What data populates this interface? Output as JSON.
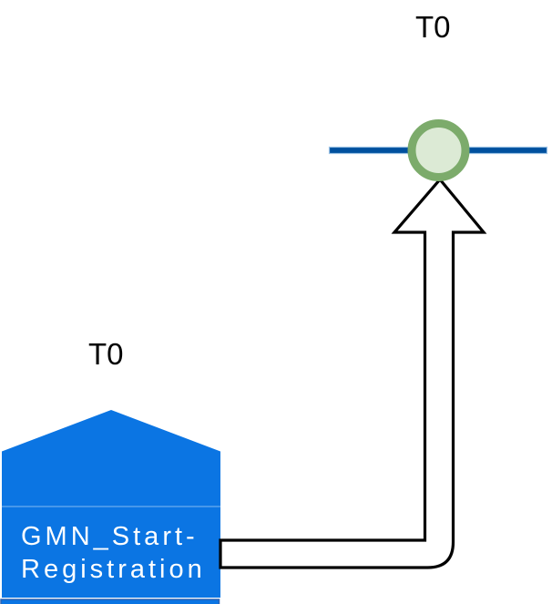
{
  "diagram": {
    "timeline": {
      "event_label": "T0"
    },
    "source_node": {
      "time_label": "T0",
      "name": "GMN_Start-\nRegistration"
    },
    "colors": {
      "node_blue": "#0B75E3",
      "node_seam": "rgba(255,255,255,0.4)",
      "node_strip_edge": "#2B62B4",
      "timeline_navy": "#01509E",
      "timeline_edge_light": "#9CC2E5",
      "event_ring_green": "#7CAB6B",
      "event_fill_green": "#DCEAD5",
      "connector_outline": "#000000",
      "connector_fill": "#FFFFFF",
      "node_text": "#FFFFFF",
      "label_text": "#000000"
    }
  }
}
